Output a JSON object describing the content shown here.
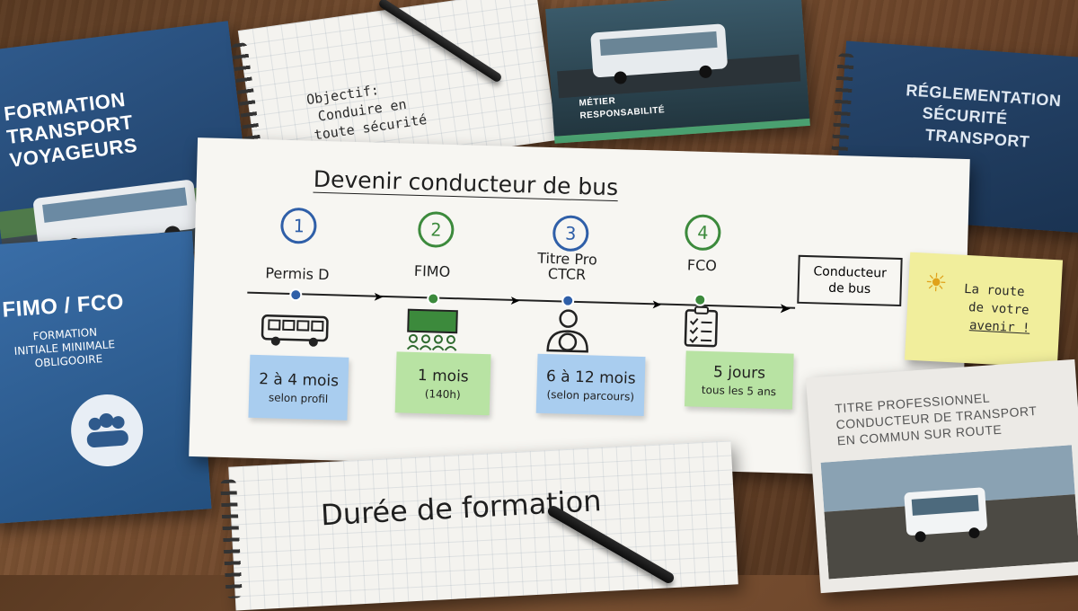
{
  "books": {
    "top_left": {
      "lines": [
        "FORMATION",
        "TRANSPORT",
        "VOYAGEURS"
      ]
    },
    "fimo": {
      "title": "FIMO / FCO",
      "sub": [
        "FORMATION",
        "INITIALE MINIMALE",
        "OBLIGOOIRE"
      ]
    },
    "brochure_top": {
      "lines": [
        "MÉTIER",
        "RESPONSABILITÉ"
      ]
    },
    "reglementation": {
      "lines": [
        "RÉGLEMENTATION",
        "SÉCURITÉ",
        "TRANSPORT"
      ]
    },
    "titre_pro": {
      "lines": [
        "TITRE PROFESSIONNEL",
        "CONDUCTEUR DE TRANSPORT",
        "EN COMMUN SUR ROUTE"
      ]
    }
  },
  "notebook_top": {
    "lines": [
      "Objectif:",
      "Conduire en",
      "toute sécurité"
    ]
  },
  "notebook_bottom": {
    "title": "Durée de formation"
  },
  "sheet": {
    "title": "Devenir conducteur de bus",
    "steps": [
      {
        "num": "1",
        "label": "Permis D",
        "duration": "2 à 4 mois",
        "detail": "selon profil",
        "icon": "bus-icon",
        "color": "#2f5fa8",
        "note_color": "#a9cdef"
      },
      {
        "num": "2",
        "label": "FIMO",
        "duration": "1 mois",
        "detail": "(140h)",
        "icon": "classroom-icon",
        "color": "#3c8a3c",
        "note_color": "#b8e3a3"
      },
      {
        "num": "3",
        "label_line1": "Titre Pro",
        "label_line2": "CTCR",
        "duration": "6 à 12 mois",
        "detail": "(selon parcours)",
        "icon": "driver-icon",
        "color": "#2f5fa8",
        "note_color": "#a9cdef"
      },
      {
        "num": "4",
        "label": "FCO",
        "duration": "5 jours",
        "detail": "tous les 5 ans",
        "icon": "checklist-icon",
        "color": "#3c8a3c",
        "note_color": "#b8e3a3"
      }
    ],
    "final": {
      "line1": "Conducteur",
      "line2": "de bus"
    }
  },
  "sticky_yellow": {
    "lines": [
      "La route",
      "de votre",
      "avenir !"
    ]
  },
  "colors": {
    "blue": "#2f5fa8",
    "green": "#3c8a3c",
    "yellow_note": "#f1ee9c"
  }
}
